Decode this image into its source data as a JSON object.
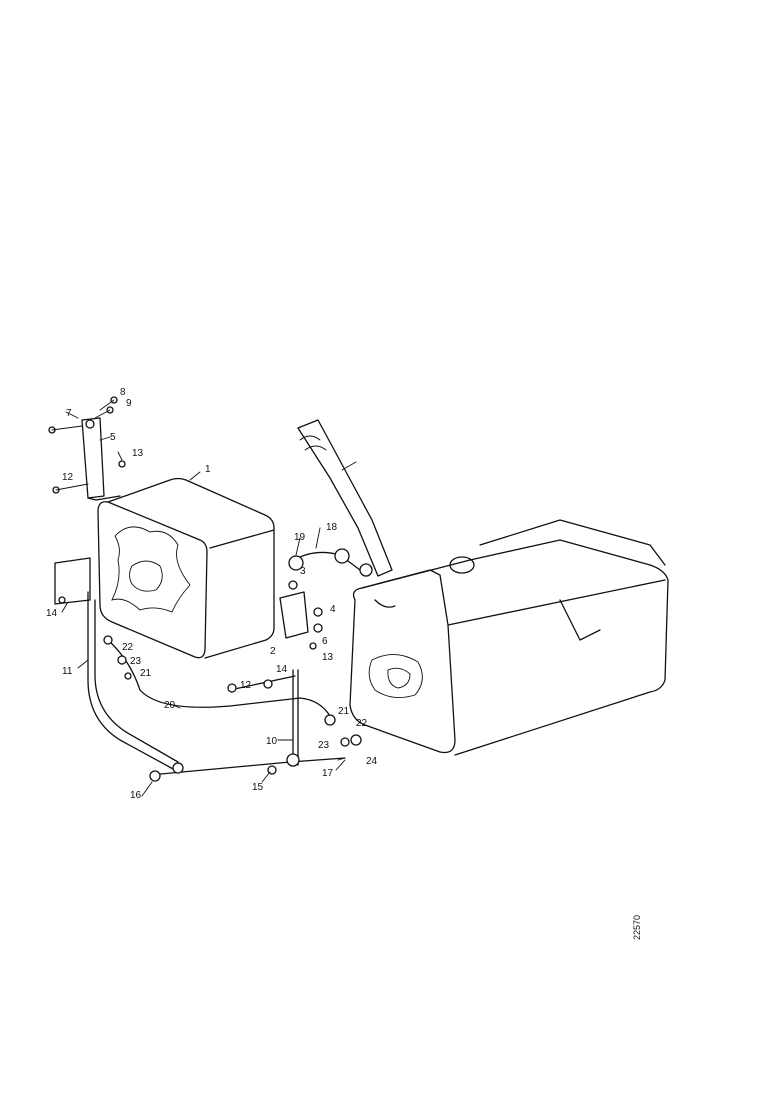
{
  "diagram": {
    "callouts": [
      "1",
      "2",
      "3",
      "4",
      "5",
      "6",
      "7",
      "8",
      "9",
      "10",
      "11",
      "12",
      "13",
      "14",
      "15",
      "16",
      "17",
      "18",
      "19",
      "20",
      "21",
      "22",
      "23",
      "24"
    ],
    "duplicate_callouts": [
      "12",
      "13",
      "14",
      "21",
      "22",
      "23"
    ],
    "reference_code": "22570"
  }
}
